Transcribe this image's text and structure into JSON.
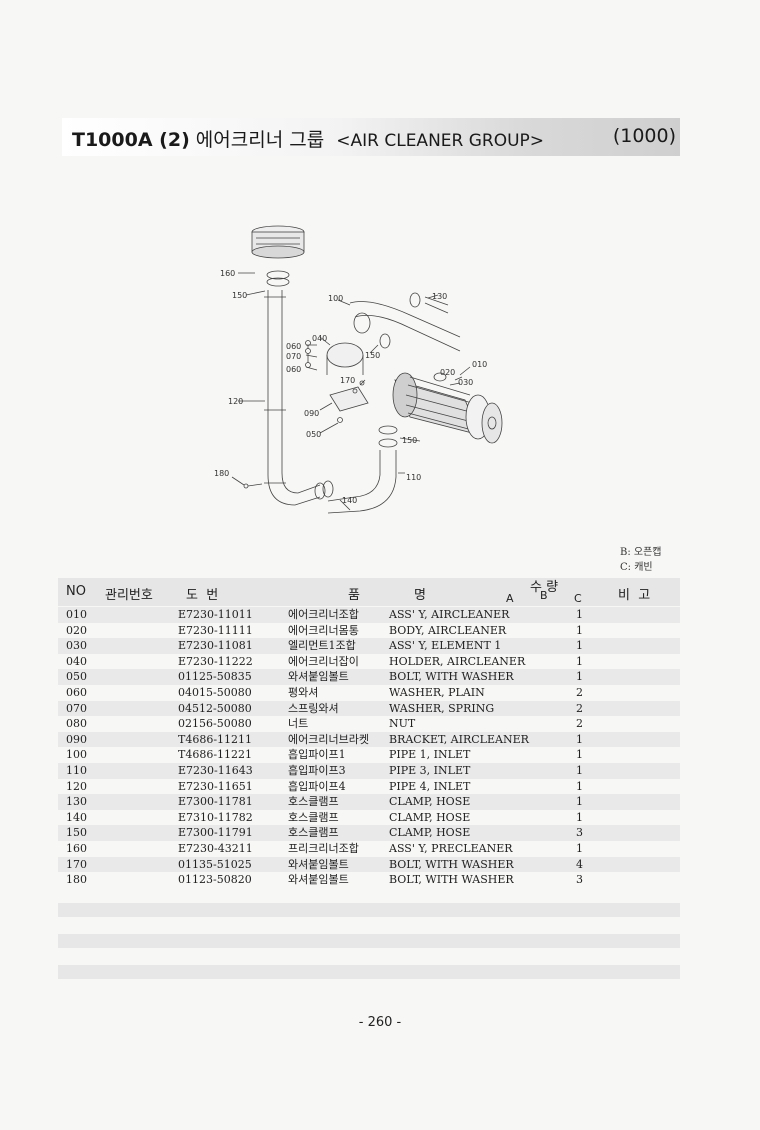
{
  "header": {
    "model": "T1000A (2)",
    "title_kr": "에어크리너 그룹",
    "title_en": "<AIR CLEANER GROUP>",
    "code": "(1000)"
  },
  "diagram": {
    "callouts": [
      "160",
      "150",
      "100",
      "130",
      "040",
      "060",
      "070",
      "060",
      "150",
      "010",
      "020",
      "030",
      "170",
      "120",
      "090",
      "050",
      "150",
      "110",
      "180",
      "140"
    ]
  },
  "legend": {
    "b": "B: 오픈캡",
    "c": "C: 캐빈"
  },
  "columns": {
    "no": "NO",
    "mgmt": "관리번호",
    "drawing": "도  번",
    "name": "품",
    "name2": "명",
    "qty": "수 량",
    "a": "A",
    "b": "B",
    "c": "C",
    "remarks": "비  고"
  },
  "parts": [
    {
      "no": "010",
      "part": "E7230-11011",
      "kr": "에어크리너조합",
      "en": "ASS' Y, AIRCLEANER",
      "qty": "1"
    },
    {
      "no": "020",
      "part": "E7230-11111",
      "kr": "에어크리너몸통",
      "en": "BODY, AIRCLEANER",
      "qty": "1"
    },
    {
      "no": "030",
      "part": "E7230-11081",
      "kr": "엘리먼트1조합",
      "en": "ASS' Y, ELEMENT 1",
      "qty": "1"
    },
    {
      "no": "040",
      "part": "E7230-11222",
      "kr": "에어크리너잡이",
      "en": "HOLDER, AIRCLEANER",
      "qty": "1"
    },
    {
      "no": "050",
      "part": "01125-50835",
      "kr": "와셔붙임볼트",
      "en": "BOLT, WITH WASHER",
      "qty": "1"
    },
    {
      "no": "060",
      "part": "04015-50080",
      "kr": "평와셔",
      "en": "WASHER, PLAIN",
      "qty": "2"
    },
    {
      "no": "070",
      "part": "04512-50080",
      "kr": "스프링와셔",
      "en": "WASHER, SPRING",
      "qty": "2"
    },
    {
      "no": "080",
      "part": "02156-50080",
      "kr": "너트",
      "en": "NUT",
      "qty": "2"
    },
    {
      "no": "090",
      "part": "T4686-11211",
      "kr": "에어크리너브라켓",
      "en": "BRACKET, AIRCLEANER",
      "qty": "1"
    },
    {
      "no": "100",
      "part": "T4686-11221",
      "kr": "흡입파이프1",
      "en": "PIPE 1, INLET",
      "qty": "1"
    },
    {
      "no": "110",
      "part": "E7230-11643",
      "kr": "흡입파이프3",
      "en": "PIPE 3, INLET",
      "qty": "1"
    },
    {
      "no": "120",
      "part": "E7230-11651",
      "kr": "흡입파이프4",
      "en": "PIPE 4, INLET",
      "qty": "1"
    },
    {
      "no": "130",
      "part": "E7300-11781",
      "kr": "호스클램프",
      "en": "CLAMP, HOSE",
      "qty": "1"
    },
    {
      "no": "140",
      "part": "E7310-11782",
      "kr": "호스클램프",
      "en": "CLAMP, HOSE",
      "qty": "1"
    },
    {
      "no": "150",
      "part": "E7300-11791",
      "kr": "호스클램프",
      "en": "CLAMP, HOSE",
      "qty": "3"
    },
    {
      "no": "160",
      "part": "E7230-43211",
      "kr": "프리크리너조합",
      "en": "ASS' Y, PRECLEANER",
      "qty": "1"
    },
    {
      "no": "170",
      "part": "01135-51025",
      "kr": "와셔붙임볼트",
      "en": "BOLT, WITH WASHER",
      "qty": "4"
    },
    {
      "no": "180",
      "part": "01123-50820",
      "kr": "와셔붙임볼트",
      "en": "BOLT, WITH WASHER",
      "qty": "3"
    }
  ],
  "page_number": "- 260 -"
}
